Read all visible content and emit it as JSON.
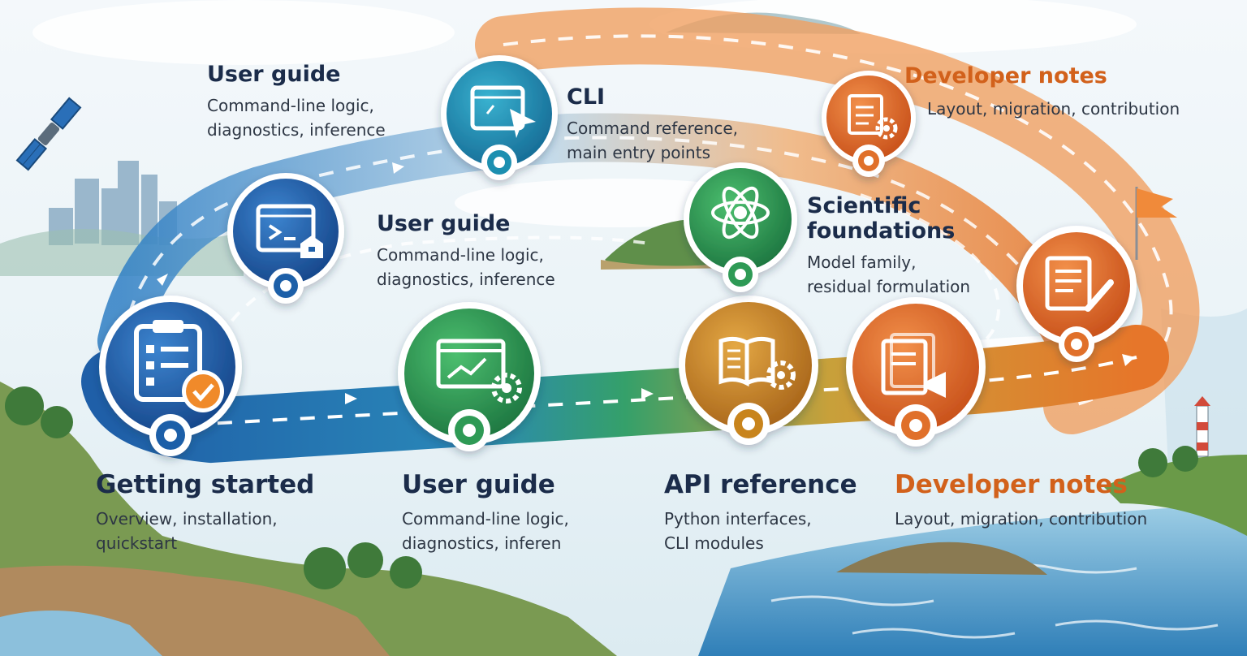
{
  "colors": {
    "blue": "#1f5fa8",
    "teal": "#1c8fb0",
    "green": "#2f9a55",
    "amber": "#c8841f",
    "orange": "#e0702a",
    "title": "#1b2c4a",
    "title_orange": "#d2611b"
  },
  "stops": [
    {
      "id": "getting-started",
      "title": "Getting started",
      "desc": [
        "Overview, installation,",
        "quickstart"
      ],
      "icon": "clipboard-check-icon",
      "color": "blue"
    },
    {
      "id": "user-guide-lower",
      "title": "User guide",
      "desc": [
        "Command-line logic,",
        "diagnostics, inferen"
      ],
      "icon": "chart-gear-icon",
      "color": "green"
    },
    {
      "id": "api-reference",
      "title": "API reference",
      "desc": [
        "Python interfaces,",
        "CLI modules"
      ],
      "icon": "book-gear-icon",
      "color": "amber"
    },
    {
      "id": "developer-notes-lower",
      "title": "Developer notes",
      "desc": [
        "Layout, migration, contribution"
      ],
      "icon": "document-megaphone-icon",
      "color": "orange"
    },
    {
      "id": "user-guide-middle",
      "title": "User guide",
      "desc": [
        "Command-line logic,",
        "diagnostics, inference"
      ],
      "icon": "terminal-icon",
      "color": "blue"
    },
    {
      "id": "user-guide-top",
      "title": "User guide",
      "desc": [
        "Command-line logic,",
        "diagnostics, inference"
      ],
      "icon": "none",
      "color": "blue"
    },
    {
      "id": "cli",
      "title": "CLI",
      "desc": [
        "Command reference,",
        "main entry points"
      ],
      "icon": "window-cursor-icon",
      "color": "teal"
    },
    {
      "id": "scientific-foundations",
      "title": "Scientific foundations",
      "desc": [
        "Model family,",
        "residual formulation"
      ],
      "icon": "atom-icon",
      "color": "green"
    },
    {
      "id": "developer-notes-top",
      "title": "Developer notes",
      "desc": [
        "Layout, migration, contribution"
      ],
      "icon": "document-gear-icon",
      "color": "orange"
    },
    {
      "id": "finish",
      "title": "",
      "desc": [],
      "icon": "document-pencil-icon",
      "color": "orange"
    }
  ]
}
